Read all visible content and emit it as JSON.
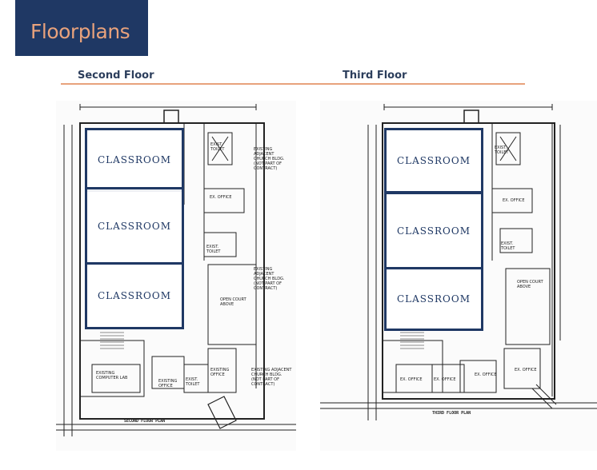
{
  "header": {
    "title": "Floorplans",
    "brand_color": "#1f3864",
    "accent_color": "#e8a27c"
  },
  "floors": [
    {
      "label": "Second Floor",
      "caption": "SECOND FLOOR PLAN",
      "rooms": [
        "CLASSROOM",
        "CLASSROOM",
        "CLASSROOM"
      ],
      "annotations": [
        "EXIST. TOILET",
        "EXISTING ADJACENT CHURCH BLDG. (NOT PART OF CONTRACT)",
        "EX. OFFICE",
        "EXIST. TOILET",
        "EXISTING ADJACENT CHURCH BLDG. (NOT PART OF CONTRACT)",
        "OPEN COURT ABOVE",
        "EXISTING COMPUTER LAB",
        "EXISTING OFFICE",
        "EXIST. TOILET",
        "EXISTING OFFICE",
        "EXISTING ADJACENT CHURCH BLDG. (NOT PART OF CONTRACT)"
      ]
    },
    {
      "label": "Third Floor",
      "caption": "THIRD FLOOR PLAN",
      "rooms": [
        "CLASSROOM",
        "CLASSROOM",
        "CLASSROOM"
      ],
      "annotations": [
        "EXIST. TOILET",
        "EX. OFFICE",
        "EXIST. TOILET",
        "OPEN COURT ABOVE",
        "EX. OFFICE",
        "EX. OFFICE",
        "EX. OFFICE",
        "EX. OFFICE"
      ]
    }
  ]
}
